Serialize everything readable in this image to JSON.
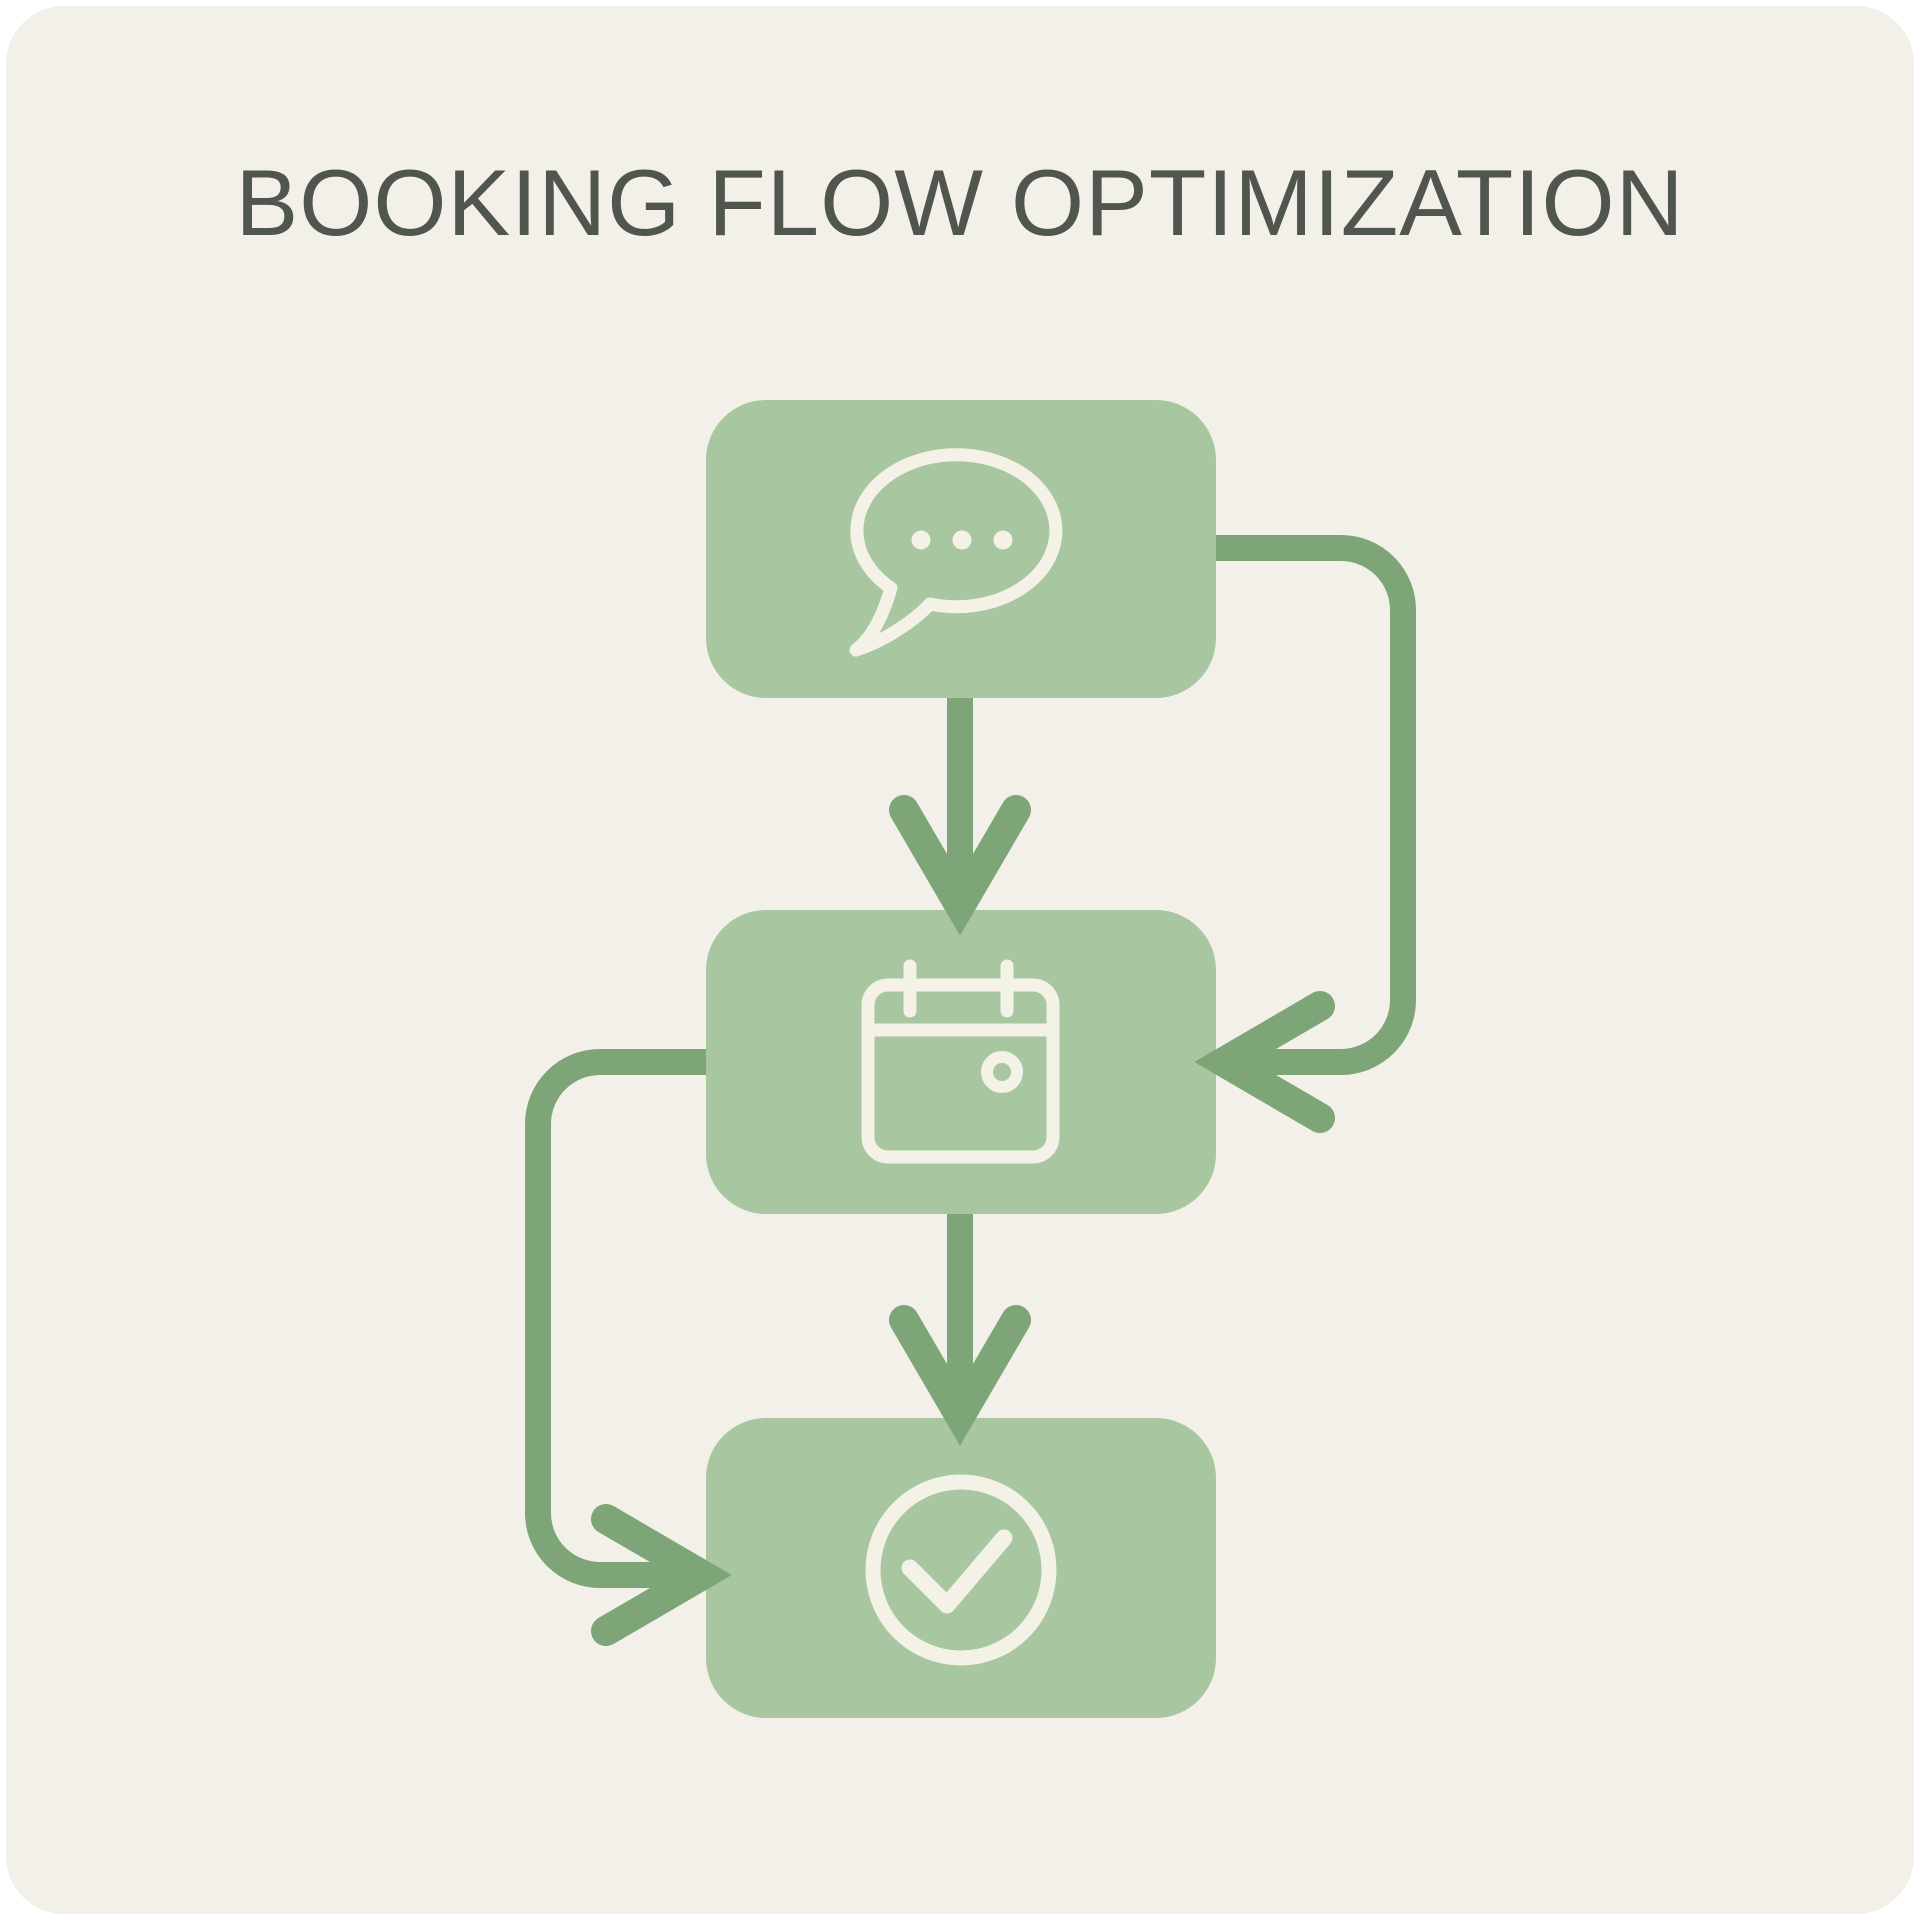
{
  "title": "BOOKING FLOW OPTIMIZATION",
  "colors": {
    "canvas_bg": "#ffffff",
    "card_bg": "#f2f0e9",
    "box_fill": "#a8c7a1",
    "connector": "#7da578",
    "icon_stroke": "#f4f1e7",
    "title_color": "#50554d"
  },
  "flow": {
    "nodes": [
      {
        "id": "chat",
        "icon": "chat-bubble-icon",
        "label": ""
      },
      {
        "id": "calendar",
        "icon": "calendar-icon",
        "label": ""
      },
      {
        "id": "confirm",
        "icon": "check-circle-icon",
        "label": ""
      }
    ],
    "edges": [
      {
        "from": "chat",
        "to": "calendar",
        "style": "straight-down-arrow"
      },
      {
        "from": "chat",
        "to": "calendar",
        "style": "loop-right-arrow"
      },
      {
        "from": "calendar",
        "to": "confirm",
        "style": "straight-down-arrow"
      },
      {
        "from": "calendar",
        "to": "confirm",
        "style": "loop-left-arrow"
      }
    ]
  }
}
